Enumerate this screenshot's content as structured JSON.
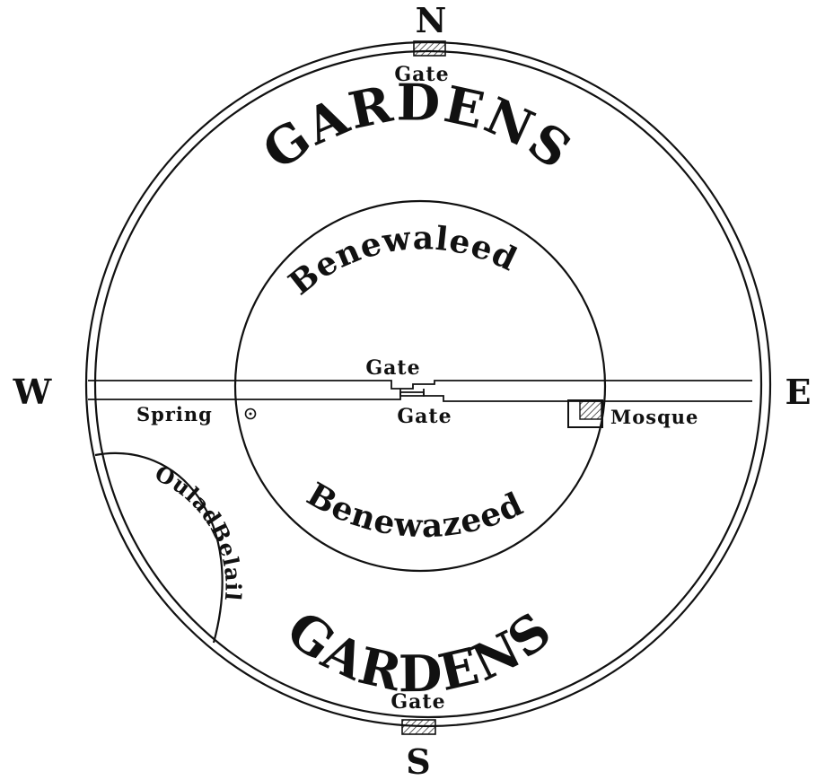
{
  "compass": {
    "north": "N",
    "south": "S",
    "west": "W",
    "east": "E"
  },
  "gates": {
    "north_gate": "Gate",
    "south_gate": "Gate",
    "center_upper_gate": "Gate",
    "center_lower_gate": "Gate"
  },
  "regions": {
    "gardens_top": "GARDENS",
    "gardens_bottom": "GARDENS",
    "benewaleed": "Benewaleed",
    "benewazeed": "Benewazeed",
    "oulad_belail": "OuladBelail"
  },
  "landmarks": {
    "spring": "Spring",
    "mosque": "Mosque"
  },
  "colors": {
    "ink": "#111111",
    "paper": "#ffffff"
  }
}
